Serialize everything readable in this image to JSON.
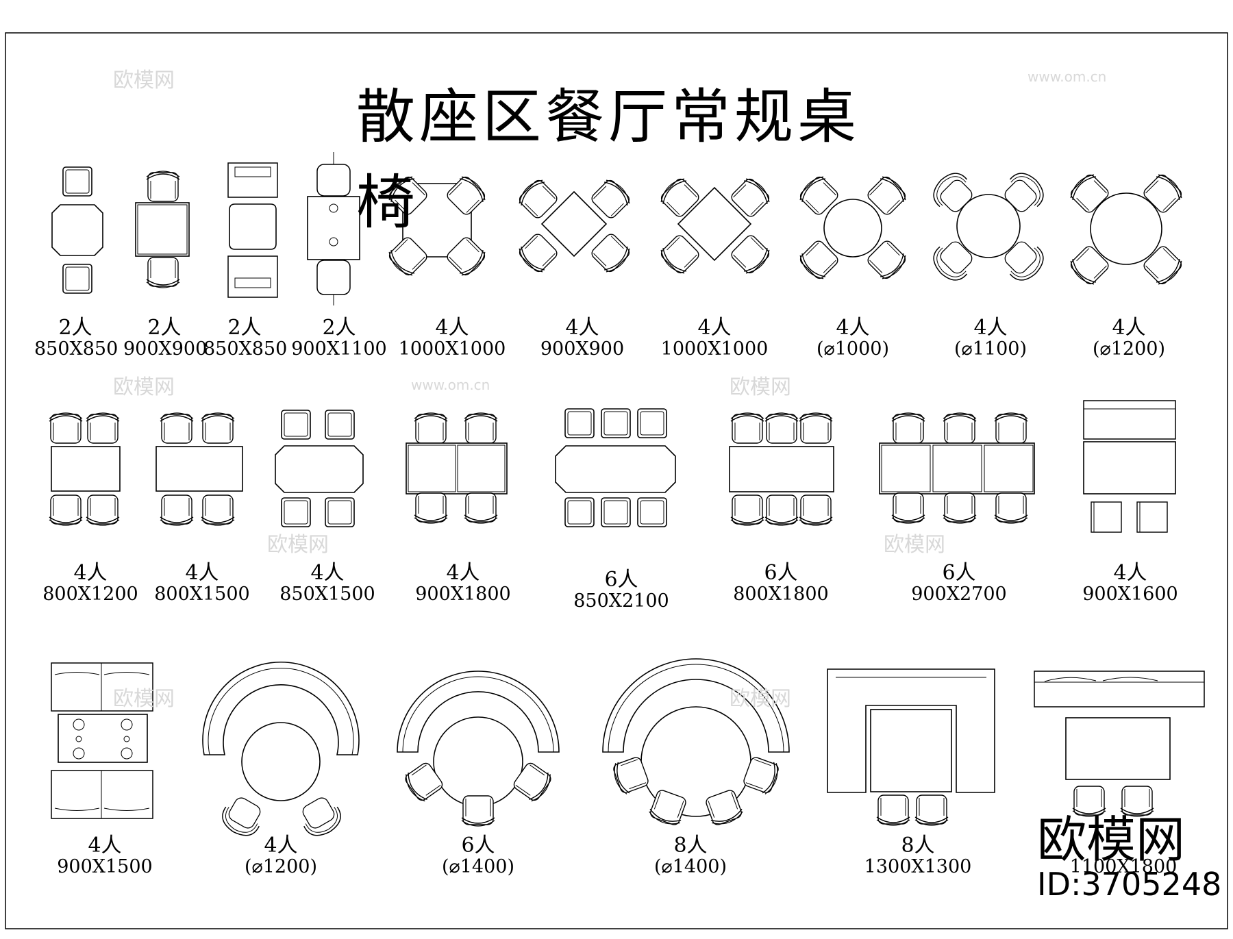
{
  "title": "散座区餐厅常规桌椅",
  "items": [
    {
      "people": "2人",
      "size": "850X850"
    },
    {
      "people": "2人",
      "size": "900X900"
    },
    {
      "people": "2人",
      "size": "850X850"
    },
    {
      "people": "2人",
      "size": "900X1100"
    },
    {
      "people": "4人",
      "size": "1000X1000"
    },
    {
      "people": "4人",
      "size": "900X900"
    },
    {
      "people": "4人",
      "size": "1000X1000"
    },
    {
      "people": "4人",
      "size": "(⌀1000)"
    },
    {
      "people": "4人",
      "size": "(⌀1100)"
    },
    {
      "people": "4人",
      "size": "(⌀1200)"
    },
    {
      "people": "4人",
      "size": "800X1200"
    },
    {
      "people": "4人",
      "size": "800X1500"
    },
    {
      "people": "4人",
      "size": "850X1500"
    },
    {
      "people": "4人",
      "size": "900X1800"
    },
    {
      "people": "6人",
      "size": "850X2100"
    },
    {
      "people": "6人",
      "size": "800X1800"
    },
    {
      "people": "6人",
      "size": "900X2700"
    },
    {
      "people": "4人",
      "size": "900X1600"
    },
    {
      "people": "4人",
      "size": "900X1500"
    },
    {
      "people": "4人",
      "size": "(⌀1200)"
    },
    {
      "people": "6人",
      "size": "(⌀1400)"
    },
    {
      "people": "8人",
      "size": "(⌀1400)"
    },
    {
      "people": "8人",
      "size": "1300X1300"
    },
    {
      "people": "",
      "size": "1100X1800"
    }
  ],
  "watermark": {
    "brand": "欧模网",
    "site": "www.om.cn",
    "id": "ID:3705248"
  }
}
